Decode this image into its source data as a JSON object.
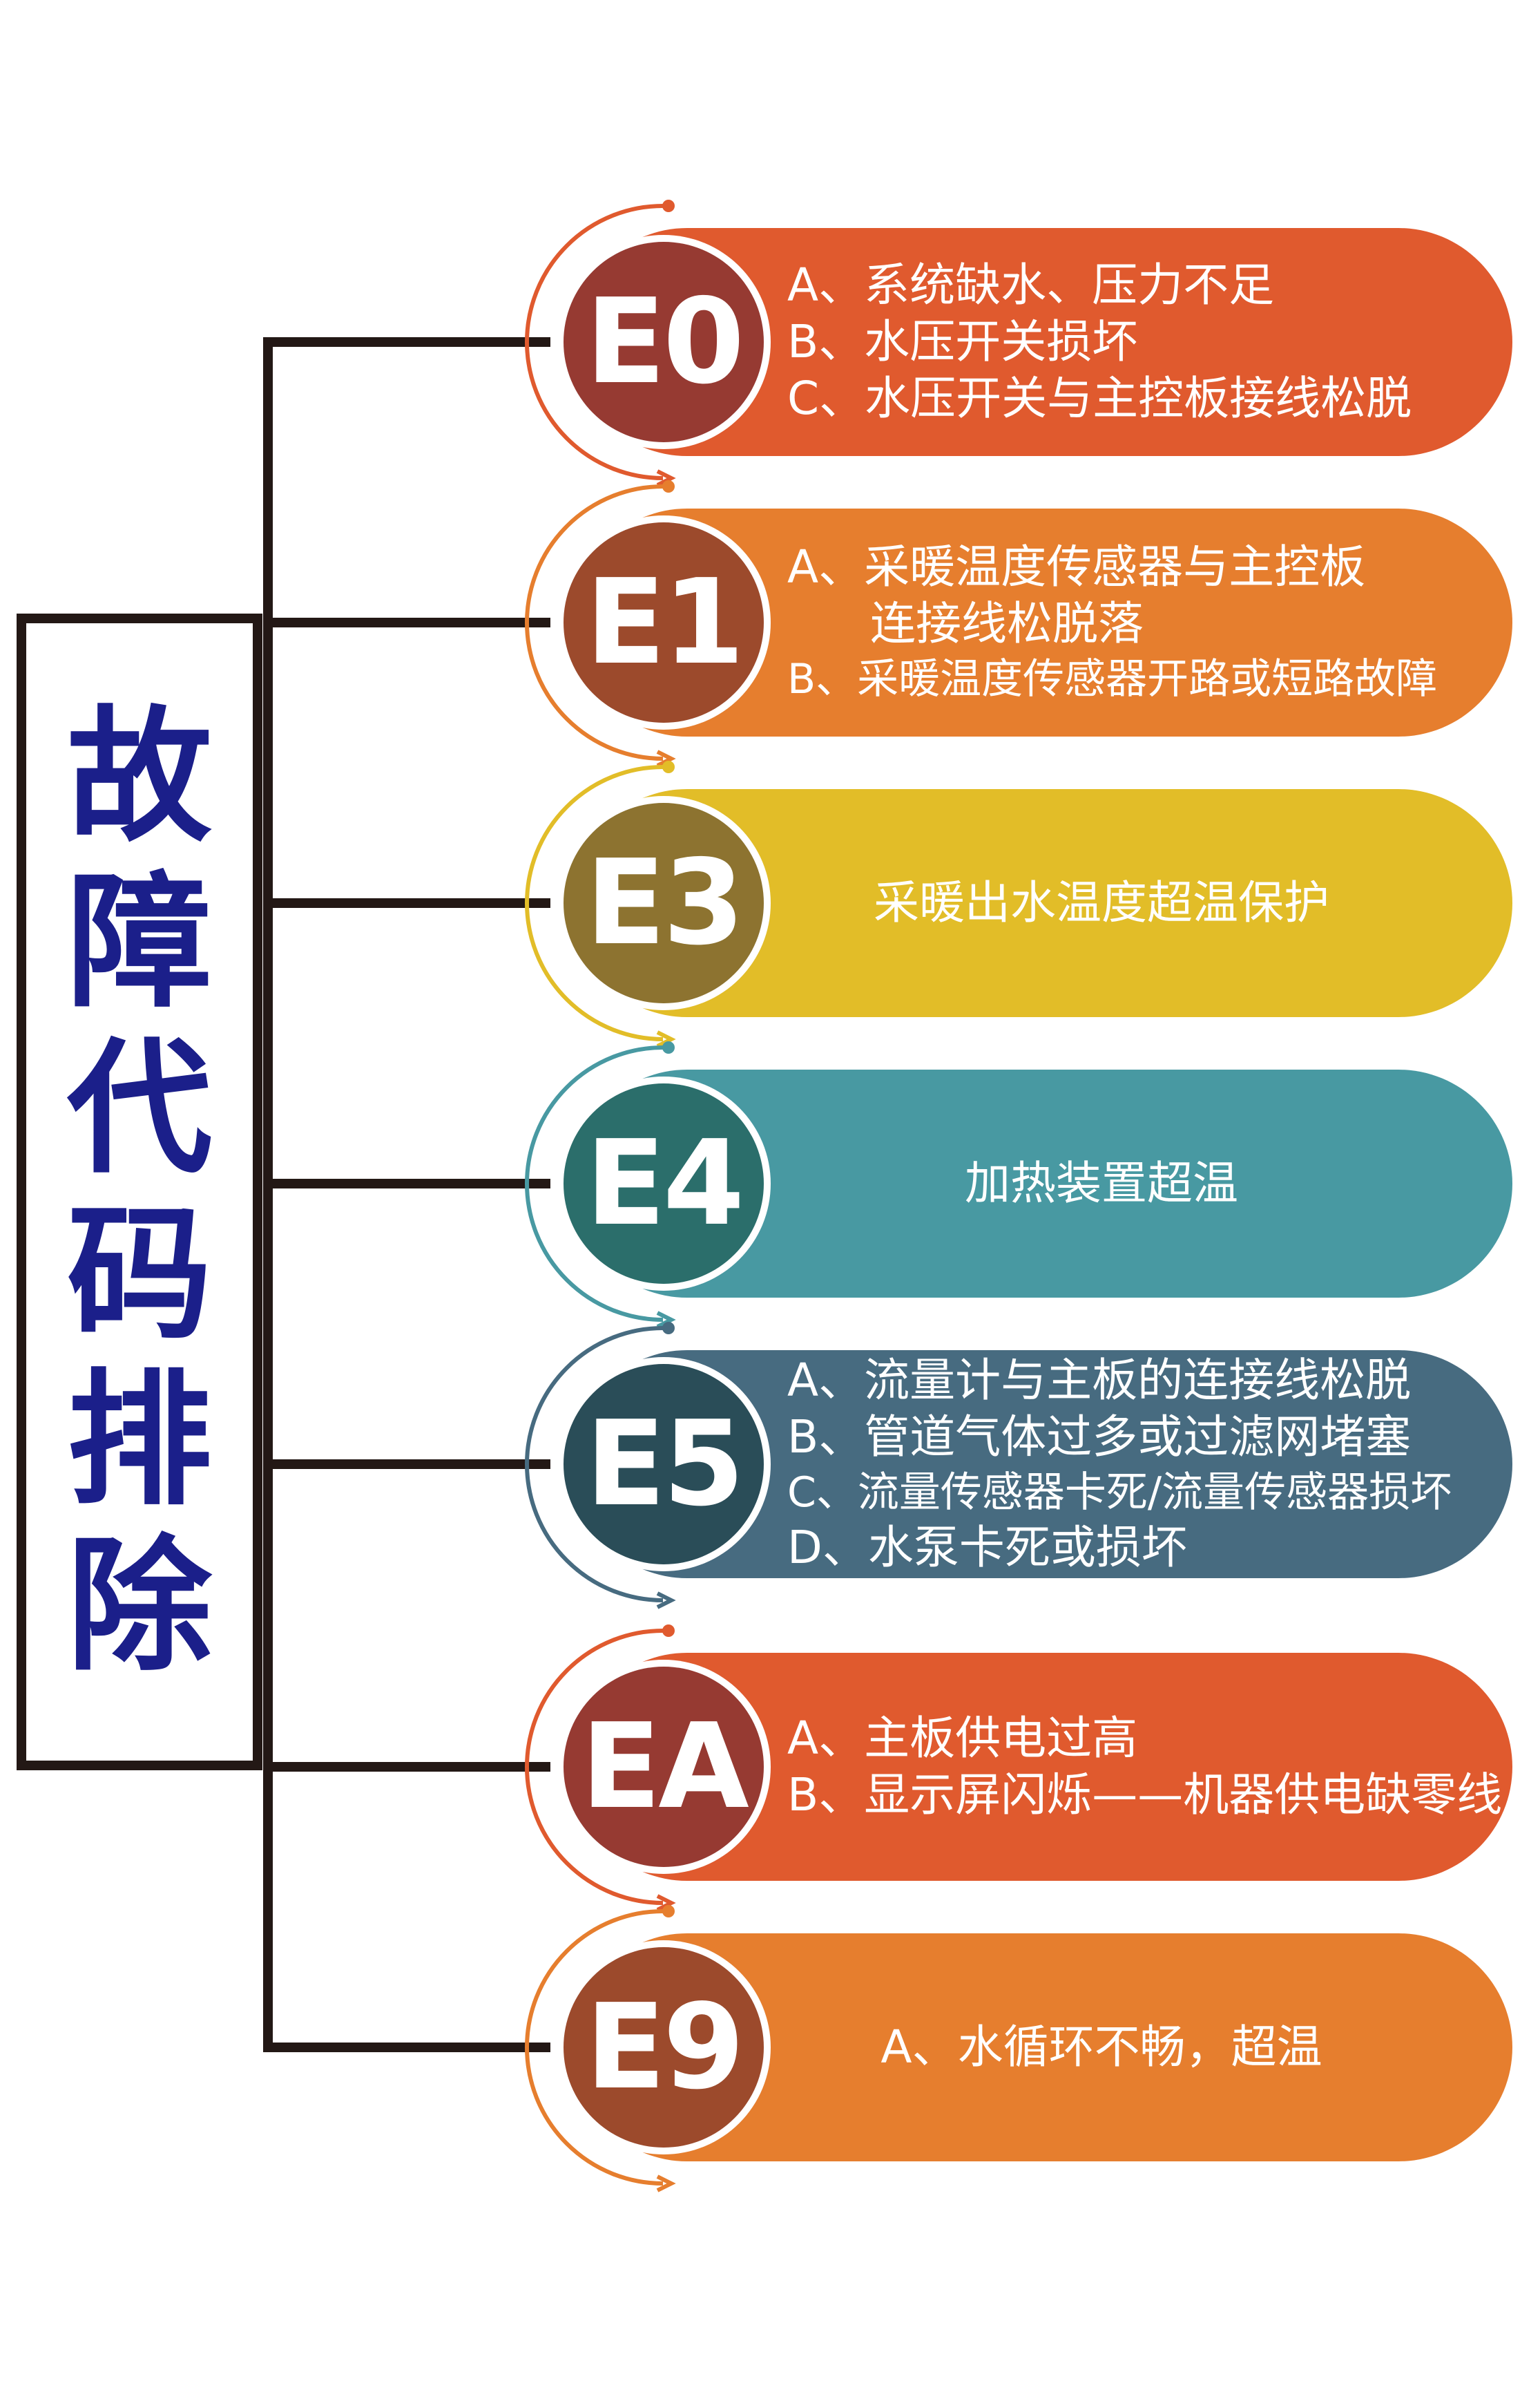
{
  "title_chars": [
    "故",
    "障",
    "代",
    "码",
    "排",
    "除"
  ],
  "items": [
    {
      "code": "E0",
      "lines": [
        "A、系统缺水、压力不足",
        "B、水压开关损坏",
        "C、水压开关与主控板接线松脱"
      ],
      "colors": {
        "pill": "#e05a2e",
        "badge": "#963a32",
        "ring": "#ffffff",
        "arc": "#e05a2e"
      }
    },
    {
      "code": "E1",
      "lines": [
        "A、采暖温度传感器与主控板",
        "连接线松脱落",
        "B、采暖温度传感器开路或短路故障"
      ],
      "colors": {
        "pill": "#e67e2e",
        "badge": "#9c4a2c",
        "ring": "#ffffff",
        "arc": "#e67e2e"
      }
    },
    {
      "code": "E3",
      "lines": [
        "采暖出水温度超温保护"
      ],
      "colors": {
        "pill": "#e2bd28",
        "badge": "#8d7330",
        "ring": "#ffffff",
        "arc": "#e2bd28"
      }
    },
    {
      "code": "E4",
      "lines": [
        "加热装置超温"
      ],
      "colors": {
        "pill": "#4899a2",
        "badge": "#2b6e6b",
        "ring": "#ffffff",
        "arc": "#4899a2"
      }
    },
    {
      "code": "E5",
      "lines": [
        "A、流量计与主板的连接线松脱",
        "B、管道气体过多或过滤网堵塞",
        "C、流量传感器卡死/流量传感器损坏",
        "D、水泵卡死或损坏"
      ],
      "colors": {
        "pill": "#476b80",
        "badge": "#2a4d58",
        "ring": "#ffffff",
        "arc": "#476b80"
      }
    },
    {
      "code": "EA",
      "lines": [
        "A、主板供电过高",
        "B、显示屏闪烁——机器供电缺零线"
      ],
      "colors": {
        "pill": "#e05a2e",
        "badge": "#963a32",
        "ring": "#ffffff",
        "arc": "#e05a2e"
      }
    },
    {
      "code": "E9",
      "lines": [
        "A、水循环不畅，超温"
      ],
      "colors": {
        "pill": "#e67e2e",
        "badge": "#9c4a2c",
        "ring": "#ffffff",
        "arc": "#e67e2e"
      }
    }
  ],
  "connector_color": "#231815"
}
